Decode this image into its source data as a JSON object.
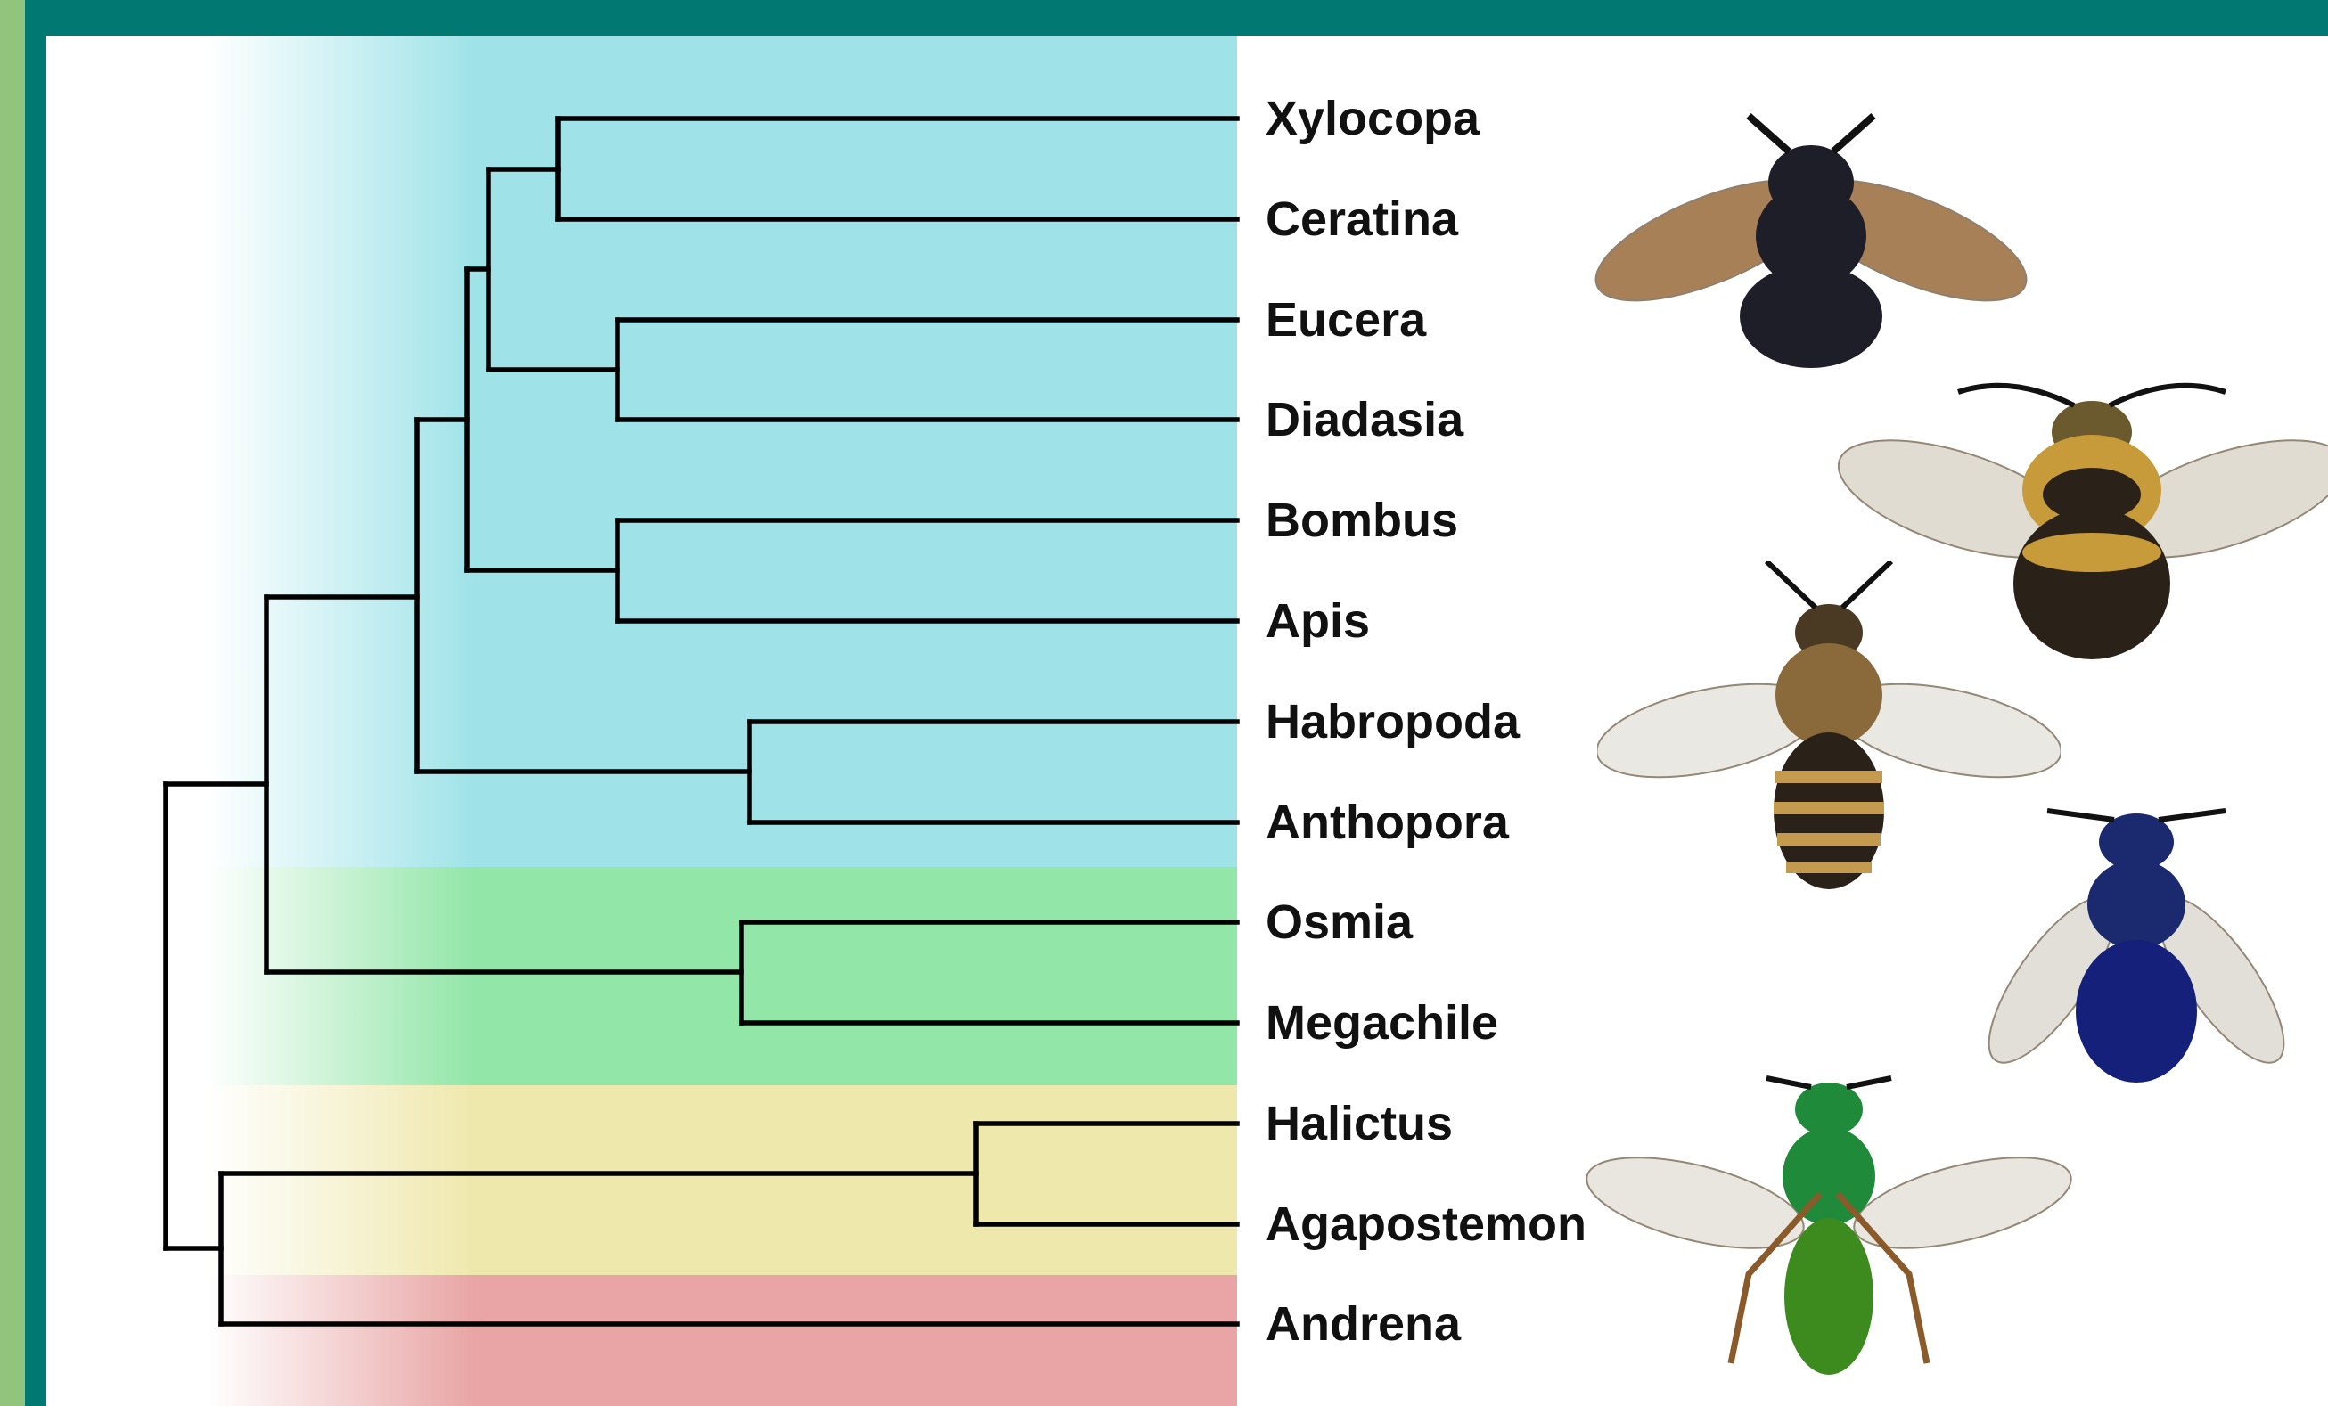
{
  "colors": {
    "frame": "#017872",
    "frame_stripe": "#93c47d",
    "band_apidae": "#9fe3e8",
    "band_megachilidae": "#92e6a8",
    "band_halictidae": "#efe8ad",
    "band_andrenidae": "#e9a5a5",
    "branch": "#000000"
  },
  "taxa": [
    "Xylocopa",
    "Ceratina",
    "Eucera",
    "Diadasia",
    "Bombus",
    "Apis",
    "Habropoda",
    "Anthopora",
    "Osmia",
    "Megachile",
    "Halictus",
    "Agapostemon",
    "Andrena"
  ],
  "bee_images": [
    {
      "name": "carpenter-bee-image",
      "body": "#1e1e28",
      "wing": "#9a6a3a"
    },
    {
      "name": "bumble-bee-image",
      "body": "#2a2218",
      "wing": "#d9d4c8"
    },
    {
      "name": "honey-bee-image",
      "body": "#8a6a3a",
      "wing": "#e6e3dc"
    },
    {
      "name": "mason-bee-image",
      "body": "#1b2a6e",
      "wing": "#dcd8d0"
    },
    {
      "name": "sweat-bee-image",
      "body": "#1f8a3a",
      "wing": "#e3e0d8"
    }
  ]
}
